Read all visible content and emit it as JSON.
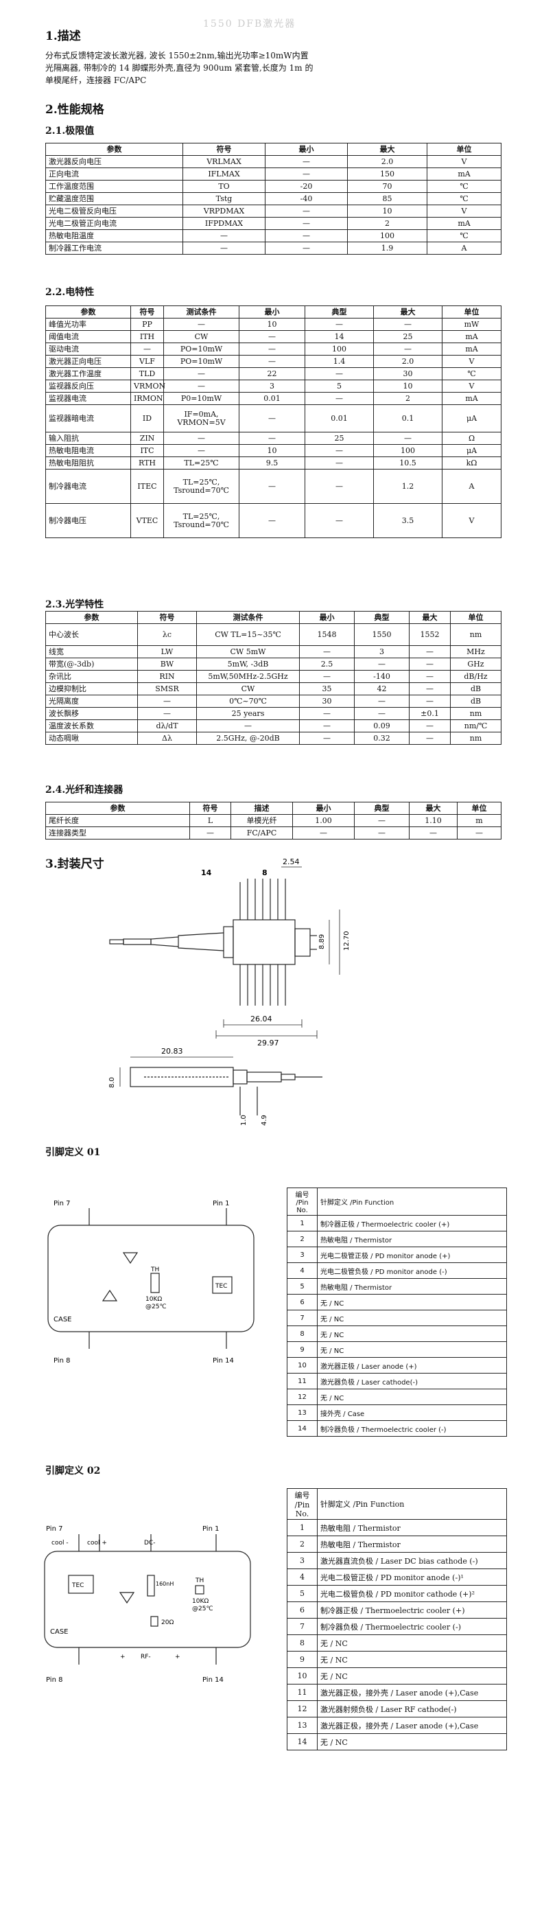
{
  "watermark": "1550 DFB激光器",
  "section1": {
    "title": "1.描述",
    "lines": [
      "分布式反馈特定波长激光器, 波长 1550±2nm,输出光功率≥10mW内置",
      "光隔离器, 带制冷的 14 脚蝶形外壳,直径为 900um 紧套管,长度为 1m 的",
      "单模尾纤，连接器 FC/APC"
    ]
  },
  "section2": {
    "title": "2.性能规格"
  },
  "limits": {
    "title": "2.1.极限值",
    "headers": [
      "参数",
      "符号",
      "最小",
      "最大",
      "单位"
    ],
    "rows": [
      [
        "激光器反向电压",
        "VRLMAX",
        "—",
        "2.0",
        "V"
      ],
      [
        "正向电流",
        "IFLMAX",
        "—",
        "150",
        "mA"
      ],
      [
        "工作温度范围",
        "TO",
        "-20",
        "70",
        "℃"
      ],
      [
        "贮藏温度范围",
        "Tstg",
        "-40",
        "85",
        "℃"
      ],
      [
        "光电二极管反向电压",
        "VRPDMAX",
        "—",
        "10",
        "V"
      ],
      [
        "光电二极管正向电流",
        "IFPDMAX",
        "—",
        "2",
        "mA"
      ],
      [
        "热敏电阻温度",
        "—",
        "—",
        "100",
        "℃"
      ],
      [
        "制冷器工作电流",
        "—",
        "—",
        "1.9",
        "A"
      ]
    ]
  },
  "electrical": {
    "title": "2.2.电特性",
    "headers": [
      "参数",
      "符号",
      "测试条件",
      "最小",
      "典型",
      "最大",
      "单位"
    ],
    "rows": [
      [
        "峰值光功率",
        "PP",
        "—",
        "10",
        "—",
        "—",
        "mW"
      ],
      [
        "阈值电流",
        "ITH",
        "CW",
        "—",
        "14",
        "25",
        "mA"
      ],
      [
        "驱动电流",
        "—",
        "PO=10mW",
        "—",
        "100",
        "—",
        "mA"
      ],
      [
        "激光器正向电压",
        "VLF",
        "PO=10mW",
        "—",
        "1.4",
        "2.0",
        "V"
      ],
      [
        "激光器工作温度",
        "TLD",
        "—",
        "22",
        "—",
        "30",
        "℃"
      ],
      [
        "监视器反向压",
        "VRMON",
        "—",
        "3",
        "5",
        "10",
        "V"
      ],
      [
        "监视器电流",
        "IRMON",
        "P0=10mW",
        "0.01",
        "—",
        "2",
        "mA"
      ],
      [
        "监视器暗电流",
        "ID",
        "IF=0mA, VRMON=5V",
        "—",
        "0.01",
        "0.1",
        "μA"
      ],
      [
        "输入阻抗",
        "ZIN",
        "—",
        "—",
        "25",
        "—",
        "Ω"
      ],
      [
        "热敏电阻电流",
        "ITC",
        "—",
        "10",
        "—",
        "100",
        "μA"
      ],
      [
        "热敏电阻阻抗",
        "RTH",
        "TL=25℃",
        "9.5",
        "—",
        "10.5",
        "kΩ"
      ],
      [
        "制冷器电流",
        "ITEC",
        "TL=25℃, Tsround=70℃",
        "—",
        "—",
        "1.2",
        "A"
      ],
      [
        "制冷器电压",
        "VTEC",
        "TL=25℃, Tsround=70℃",
        "—",
        "—",
        "3.5",
        "V"
      ]
    ]
  },
  "optical": {
    "title": "2.3.光学特性",
    "headers": [
      "参数",
      "符号",
      "测试条件",
      "最小",
      "典型",
      "最大",
      "单位"
    ],
    "rows": [
      [
        "中心波长",
        "λc",
        "CW TL=15~35℃",
        "1548",
        "1550",
        "1552",
        "nm"
      ],
      [
        "线宽",
        "LW",
        "CW 5mW",
        "—",
        "3",
        "—",
        "MHz"
      ],
      [
        "带宽(@-3db)",
        "BW",
        "5mW, -3dB",
        "2.5",
        "—",
        "—",
        "GHz"
      ],
      [
        "杂讯比",
        "RIN",
        "5mW,50MHz-2.5GHz",
        "—",
        "-140",
        "—",
        "dB/Hz"
      ],
      [
        "边模抑制比",
        "SMSR",
        "CW",
        "35",
        "42",
        "—",
        "dB"
      ],
      [
        "光隔离度",
        "—",
        "0℃~70℃",
        "30",
        "—",
        "—",
        "dB"
      ],
      [
        "波长飘移",
        "—",
        "25 years",
        "—",
        "—",
        "±0.1",
        "nm"
      ],
      [
        "温度波长系数",
        "dλ/dT",
        "—",
        "—",
        "0.09",
        "—",
        "nm/℃"
      ],
      [
        "动态啁啾",
        "Δλ",
        "2.5GHz, @-20dB",
        "—",
        "0.32",
        "—",
        "nm"
      ]
    ]
  },
  "fiber": {
    "title": "2.4.光纤和连接器",
    "headers": [
      "参数",
      "符号",
      "描述",
      "最小",
      "典型",
      "最大",
      "单位"
    ],
    "rows": [
      [
        "尾纤长度",
        "L",
        "单模光纤",
        "1.00",
        "—",
        "1.10",
        "m"
      ],
      [
        "连接器类型",
        "—",
        "FC/APC",
        "—",
        "—",
        "—",
        "—"
      ]
    ]
  },
  "package": {
    "title": "3.封装尺寸",
    "dims": [
      "2.54",
      "14",
      "8",
      "8.89",
      "12.70",
      "26.04",
      "29.97",
      "20.83",
      "8.0",
      "1.0",
      "4.9"
    ]
  },
  "pinout1": {
    "title": "引脚定义 01",
    "labels": [
      "Pin 7",
      "Pin 1",
      "Pin 8",
      "Pin 14",
      "TH",
      "10KΩ",
      "@25℃",
      "TEC",
      "CASE"
    ],
    "header_no": "编号 /Pin No.",
    "header_fn": "针脚定义 /Pin Function",
    "rows": [
      [
        "1",
        "制冷器正极 / Thermoelectric cooler (+)"
      ],
      [
        "2",
        "热敏电阻 / Thermistor"
      ],
      [
        "3",
        "光电二极管正极 / PD monitor anode (+)"
      ],
      [
        "4",
        "光电二极管负极 / PD monitor anode (-)"
      ],
      [
        "5",
        "热敏电阻 / Thermistor"
      ],
      [
        "6",
        "无 / NC"
      ],
      [
        "7",
        "无 / NC"
      ],
      [
        "8",
        "无 / NC"
      ],
      [
        "9",
        "无 / NC"
      ],
      [
        "10",
        "激光器正极 / Laser anode (+)"
      ],
      [
        "11",
        "激光器负极 / Laser cathode(-)"
      ],
      [
        "12",
        "无 / NC"
      ],
      [
        "13",
        "接外壳 / Case"
      ],
      [
        "14",
        "制冷器负极 / Thermoelectric cooler (-)"
      ]
    ]
  },
  "pinout2": {
    "title": "引脚定义 02",
    "labels": [
      "Pin 7",
      "Pin 1",
      "Pin 8",
      "Pin 14",
      "cool -",
      "cool +",
      "DC-",
      "TEC",
      "160nH",
      "TH",
      "10KΩ",
      "@25℃",
      "20Ω",
      "CASE",
      "+",
      "RF-",
      "+"
    ],
    "header_no": "编号 /Pin No.",
    "header_fn": "针脚定义 /Pin Function",
    "rows": [
      [
        "1",
        "热敏电阻 / Thermistor"
      ],
      [
        "2",
        "热敏电阻 / Thermistor"
      ],
      [
        "3",
        "激光器直流负极 / Laser DC bias cathode (-)"
      ],
      [
        "4",
        "光电二极管正极 / PD monitor anode (-)¹"
      ],
      [
        "5",
        "光电二极管负极 / PD monitor cathode (+)²"
      ],
      [
        "6",
        "制冷器正极 / Thermoelectric cooler (+)"
      ],
      [
        "7",
        "制冷器负极 / Thermoelectric cooler (-)"
      ],
      [
        "8",
        "无 / NC"
      ],
      [
        "9",
        "无 / NC"
      ],
      [
        "10",
        "无 / NC"
      ],
      [
        "11",
        "激光器正极，接外壳 / Laser anode (+),Case"
      ],
      [
        "12",
        "激光器射频负极 / Laser RF cathode(-)"
      ],
      [
        "13",
        "激光器正极，接外壳 / Laser anode (+),Case"
      ],
      [
        "14",
        "无 / NC"
      ]
    ]
  }
}
